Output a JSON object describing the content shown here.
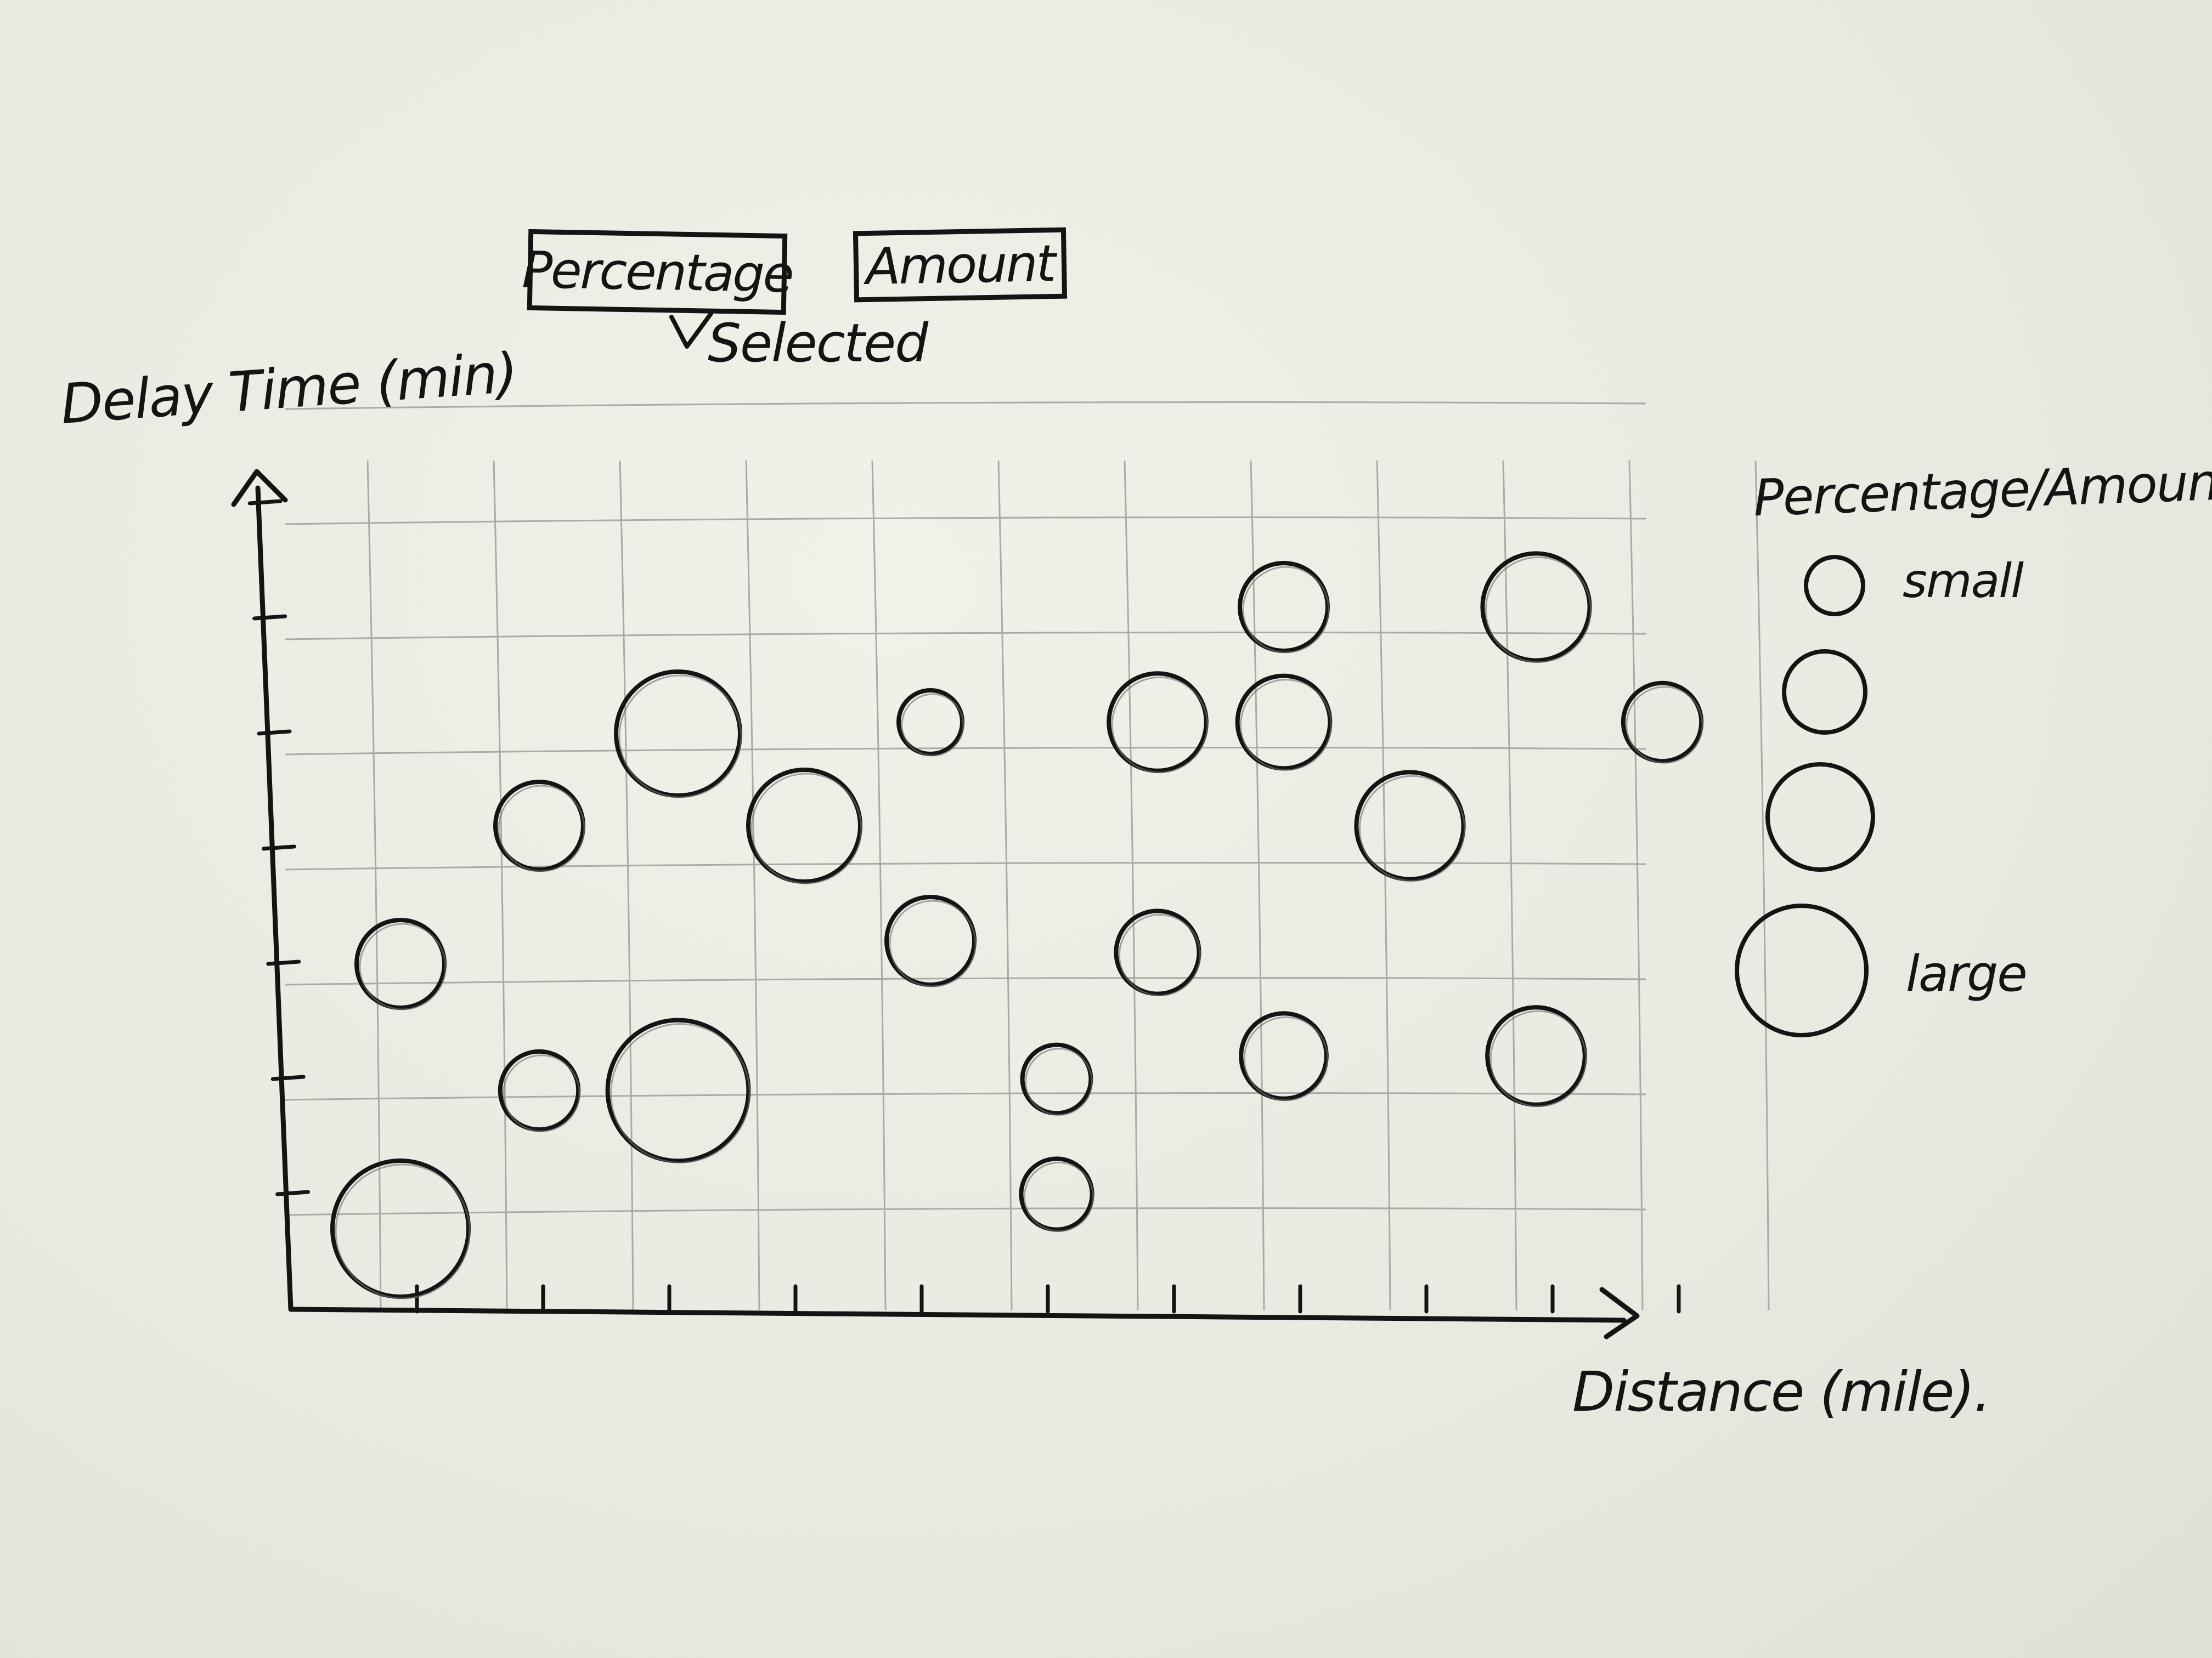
{
  "controls": {
    "percentage_label": "Percentage",
    "amount_label": "Amount",
    "selected_note": "Selected",
    "selected": "Percentage"
  },
  "legend": {
    "title": "Percentage/Amount",
    "small_label": "small",
    "large_label": "large",
    "levels": [
      1,
      2,
      3,
      4
    ]
  },
  "colors": {
    "ink": "#141414",
    "grid": "#a9aba6",
    "paper": "#e9ebe3"
  },
  "chart_data": {
    "type": "scatter",
    "title": "",
    "xlabel": "Distance (mile).",
    "ylabel": "Delay Time (min)",
    "x_ticks": 11,
    "y_ticks": 7,
    "grid": true,
    "legend_position": "right",
    "size_encodes": "Percentage/Amount",
    "points": [
      {
        "x": 1.0,
        "y": 3.0,
        "size": 2
      },
      {
        "x": 1.0,
        "y": 0.7,
        "size": 4
      },
      {
        "x": 2.1,
        "y": 4.2,
        "size": 2
      },
      {
        "x": 2.1,
        "y": 1.9,
        "size": 1.6
      },
      {
        "x": 3.2,
        "y": 5.0,
        "size": 3.5
      },
      {
        "x": 3.2,
        "y": 1.9,
        "size": 4.2
      },
      {
        "x": 4.2,
        "y": 4.2,
        "size": 3
      },
      {
        "x": 5.2,
        "y": 5.1,
        "size": 1
      },
      {
        "x": 5.2,
        "y": 3.2,
        "size": 2
      },
      {
        "x": 6.2,
        "y": 2.0,
        "size": 1.2
      },
      {
        "x": 6.2,
        "y": 1.0,
        "size": 1.3
      },
      {
        "x": 7.0,
        "y": 5.1,
        "size": 2.4
      },
      {
        "x": 7.0,
        "y": 3.1,
        "size": 1.8
      },
      {
        "x": 8.0,
        "y": 6.1,
        "size": 2
      },
      {
        "x": 8.0,
        "y": 5.1,
        "size": 2.2
      },
      {
        "x": 8.0,
        "y": 2.2,
        "size": 1.9
      },
      {
        "x": 9.0,
        "y": 4.2,
        "size": 2.8
      },
      {
        "x": 10.0,
        "y": 6.1,
        "size": 2.8
      },
      {
        "x": 10.0,
        "y": 2.2,
        "size": 2.4
      },
      {
        "x": 11.0,
        "y": 5.1,
        "size": 1.6
      }
    ]
  }
}
